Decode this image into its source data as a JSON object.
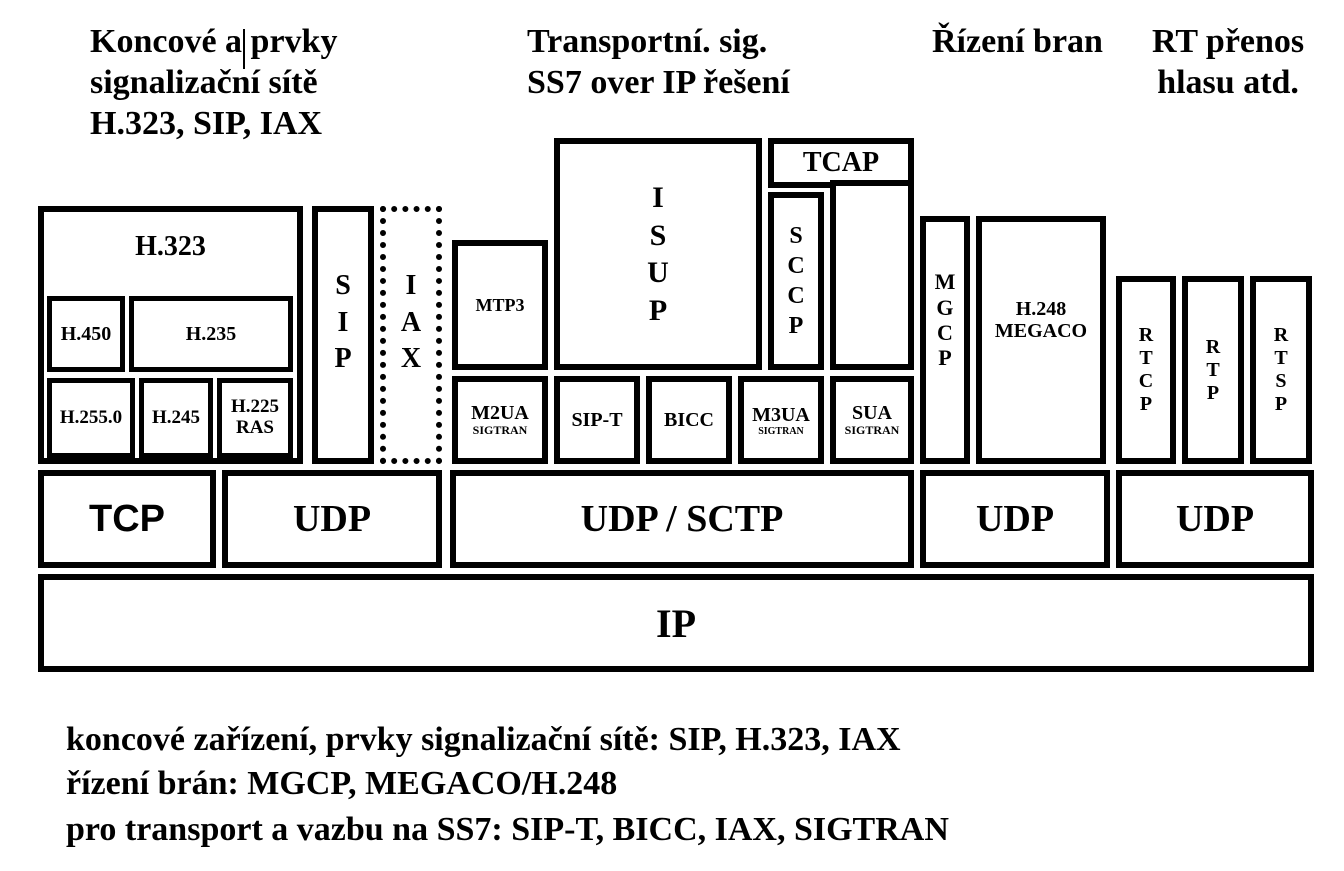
{
  "headings": {
    "endpoints": "Koncové a prvky\nsignalizační sítě\nH.323, SIP, IAX",
    "transport": "Transportní. sig.\nSS7 over IP řešení",
    "gateway": "Řízení bran",
    "rt": "RT přenos\nhlasu atd."
  },
  "h323": {
    "title": "H.323",
    "h450": "H.450",
    "h235": "H.235",
    "h2250": "H.255.0",
    "h245": "H.245",
    "h225ras": "H.225\nRAS"
  },
  "sip": "S\nI\nP",
  "iax": "I\nA\nX",
  "ss7": {
    "mtp3": "MTP3",
    "isup": "I\nS\nU\nP",
    "tcap": "TCAP",
    "sccp": "S\nC\nC\nP",
    "m2ua": "M2UA",
    "m2ua_sub": "SIGTRAN",
    "sipt": "SIP-T",
    "bicc": "BICC",
    "m3ua": "M3UA",
    "m3ua_sub": "SIGTRAN",
    "sua": "SUA",
    "sua_sub": "SIGTRAN"
  },
  "gateway": {
    "mgcp": "M\nG\nC\nP",
    "megaco": "H.248\nMEGACO"
  },
  "rt": {
    "rtcp": "R\nT\nC\nP",
    "rtp": "R\nT\nP",
    "rtsp": "R\nT\nS\nP"
  },
  "transport_layer": {
    "tcp": "TCP",
    "udp1": "UDP",
    "udp_sctp": "UDP / SCTP",
    "udp2": "UDP",
    "udp3": "UDP"
  },
  "ip": "IP",
  "footer": {
    "line1": "koncové zařízení, prvky signalizační sítě: SIP, H.323, IAX",
    "line2": "řízení brán: MGCP, MEGACO/H.248",
    "line3": "pro transport a vazbu na SS7: SIP-T, BICC, IAX, SIGTRAN"
  }
}
